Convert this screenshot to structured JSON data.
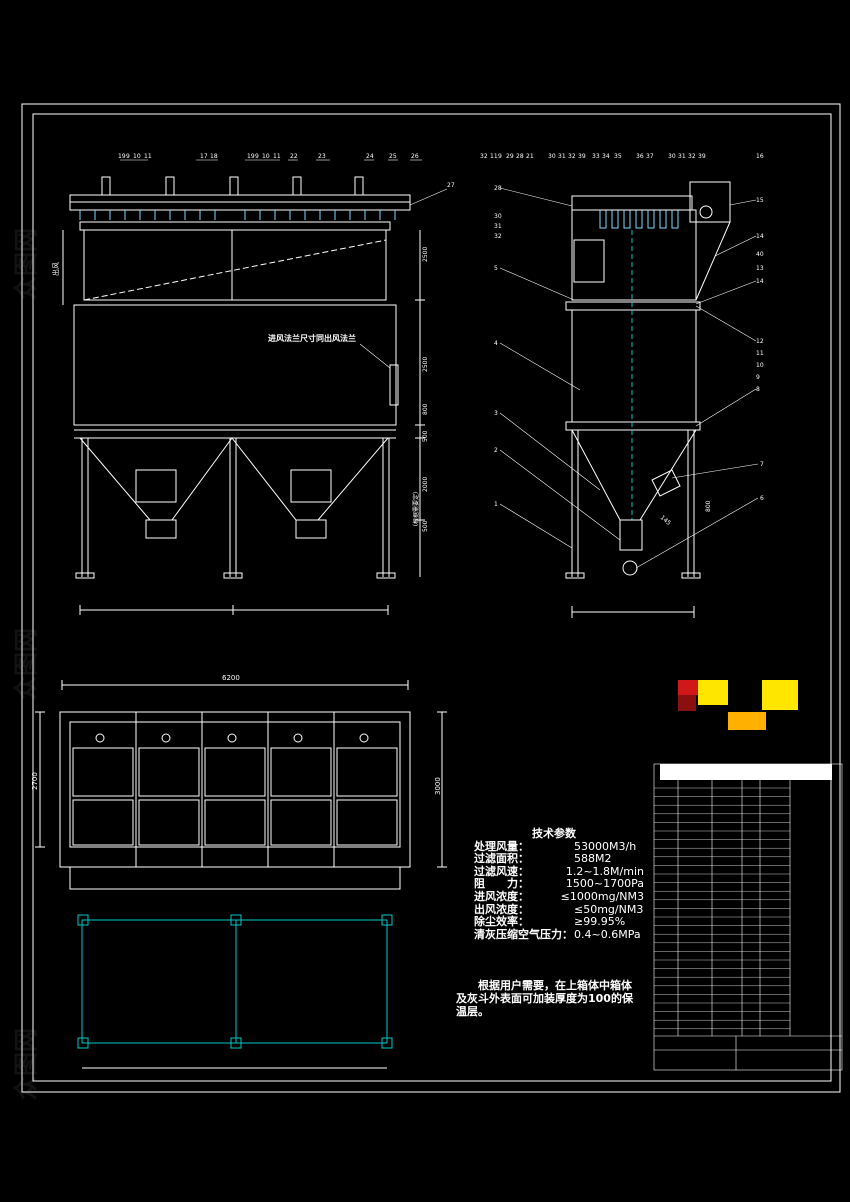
{
  "drawing": {
    "callouts_front": [
      "19",
      "9",
      "10",
      "11",
      "17",
      "18",
      "19",
      "9",
      "10",
      "11",
      "22",
      "23",
      "24",
      "25",
      "26",
      "27"
    ],
    "callouts_side_top": [
      "32",
      "11",
      "9",
      "29",
      "28",
      "21",
      "30",
      "31",
      "32",
      "39",
      "33",
      "34",
      "35",
      "36",
      "37",
      "30",
      "31",
      "32",
      "39",
      "16"
    ],
    "callouts_side_left": [
      "28",
      "30",
      "31",
      "32",
      "5",
      "4",
      "3",
      "2",
      "1"
    ],
    "callouts_side_right": [
      "15",
      "14",
      "40",
      "13",
      "14",
      "12",
      "11",
      "10",
      "9",
      "8",
      "7",
      "6"
    ],
    "front_label_inlet": "进风法兰尺寸同出风法兰",
    "front_label_outlet": "出风",
    "front_dims": [
      "2500",
      "2500",
      "800",
      "500",
      "2000",
      "500"
    ],
    "front_dim_note": "（根据需要定）",
    "side_dims": [
      "145",
      "800"
    ],
    "plan_dim_width": "6200",
    "plan_dim_depth_left": "2700",
    "plan_dim_depth_right": "3000"
  },
  "tech_params": {
    "title": "技术参数",
    "rows": [
      {
        "label": "处理风量：",
        "value": "53000M3/h"
      },
      {
        "label": "过滤面积：",
        "value": "588M2"
      },
      {
        "label": "过滤风速：",
        "value": "1.2~1.8M/min"
      },
      {
        "label": "阻　　力：",
        "value": "1500~1700Pa"
      },
      {
        "label": "进风浓度：",
        "value": "≤1000mg/NM3"
      },
      {
        "label": "出风浓度：",
        "value": "≤50mg/NM3"
      },
      {
        "label": "除尘效率：",
        "value": "≥99.95%"
      },
      {
        "label": "清灰压缩空气压力：",
        "value": "0.4~0.6MPa"
      }
    ]
  },
  "note": "根据用户需要，在上箱体中箱体及灰斗外表面可加装厚度为100的保温层。",
  "watermark": "众图网",
  "colors": {
    "background": "#000000",
    "line": "#ffffff",
    "green": "#00c8c8",
    "cyan": "#7fd8ff",
    "red": "#d01818",
    "yellow": "#ffe600",
    "orange": "#ffb000"
  }
}
